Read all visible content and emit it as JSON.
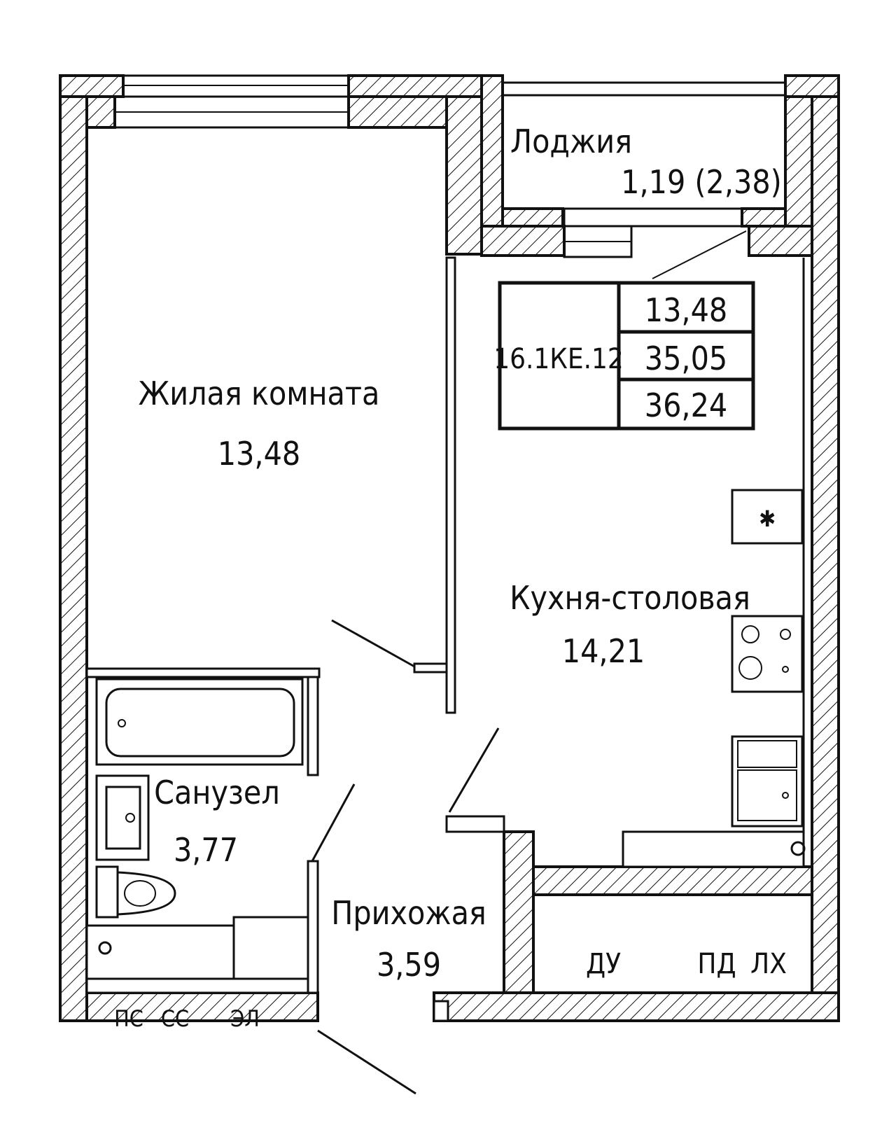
{
  "rooms": {
    "living": {
      "name": "Жилая комната",
      "area": "13,48"
    },
    "loggia": {
      "name": "Лоджия",
      "area": "1,19 (2,38)"
    },
    "kitchen": {
      "name": "Кухня-столовая",
      "area": "14,21"
    },
    "bathroom": {
      "name": "Санузел",
      "area": "3,77"
    },
    "hallway": {
      "name": "Прихожая",
      "area": "3,59"
    }
  },
  "summary": {
    "code": "16.1КЕ.12",
    "living_area": "13,48",
    "total_area": "35,05",
    "total_with_loggia": "36,24"
  },
  "shafts": {
    "du": "ДУ",
    "pd": "ПД",
    "lh": "ЛХ",
    "ps": "ПС",
    "ss": "СС",
    "el": "ЭЛ"
  },
  "colors": {
    "ink": "#111111",
    "background": "#ffffff"
  }
}
